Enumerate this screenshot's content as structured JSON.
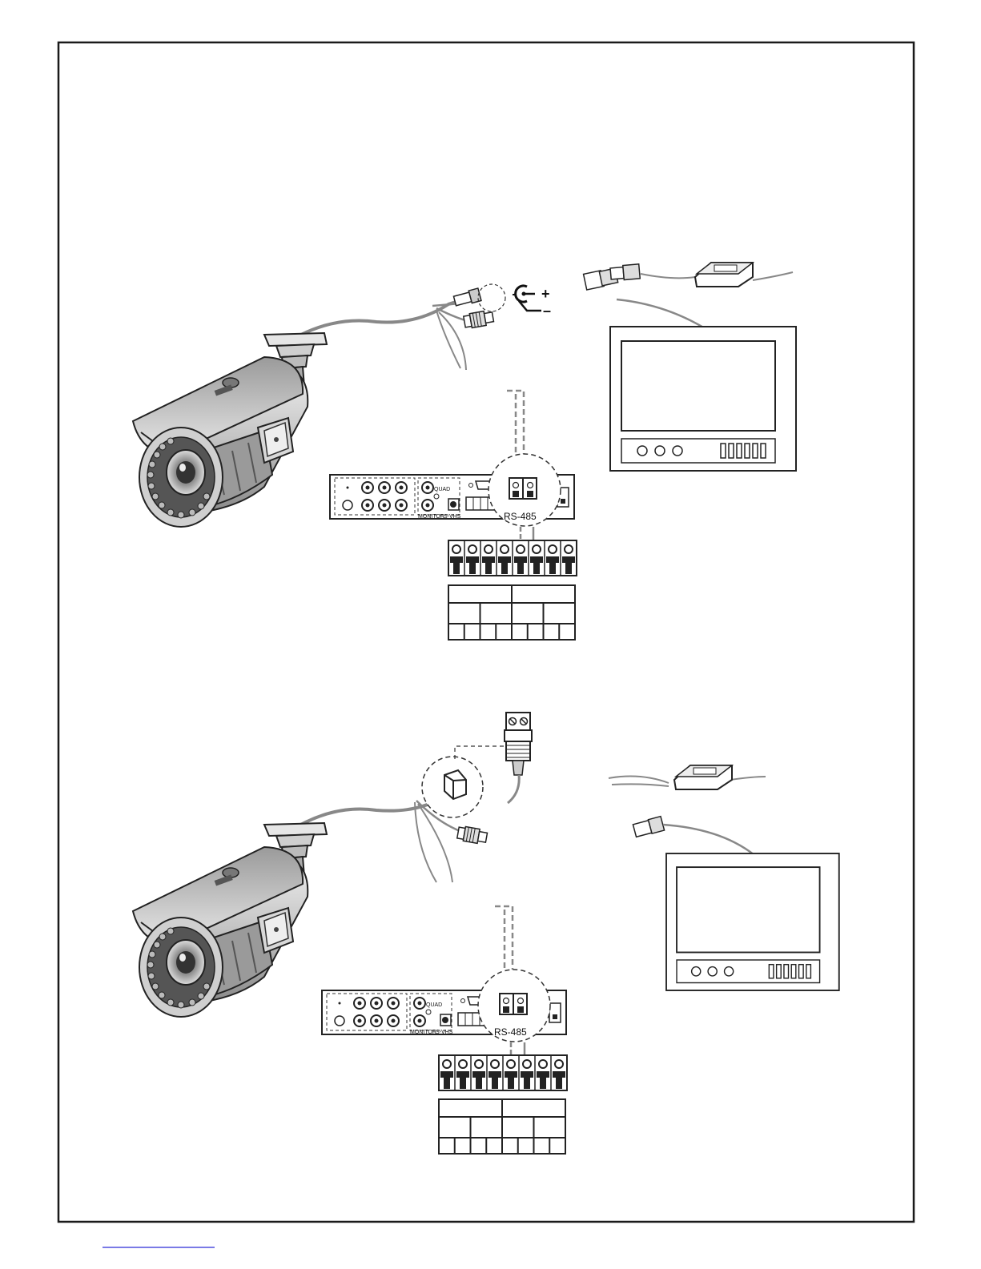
{
  "diagrams": [
    {
      "power_plus": "+",
      "power_minus": "–",
      "dvr": {
        "quad_label": "QUAD",
        "monitor_label": "MONITOR",
        "svhs_label": "S-VHS",
        "rs485_label": "RS-485"
      }
    },
    {
      "dvr": {
        "quad_label": "QUAD",
        "monitor_label": "MONITOR",
        "svhs_label": "S-VHS",
        "rs485_label": "RS-485"
      }
    }
  ],
  "colors": {
    "line": "#1a1a1a",
    "cable": "#888888",
    "camera_body": "#d9d9d9",
    "camera_dark": "#555555"
  }
}
